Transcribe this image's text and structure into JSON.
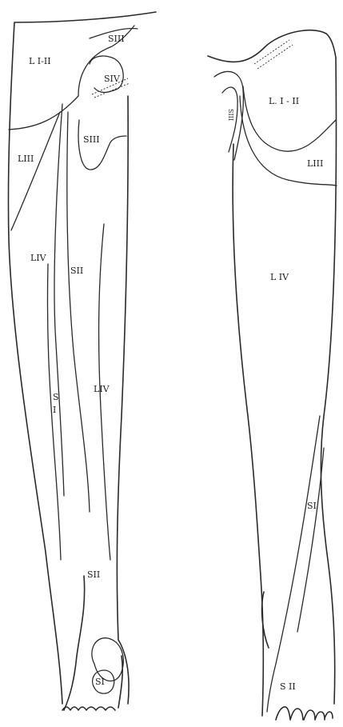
{
  "front_view": {
    "labels": {
      "l1_2": "L I-II",
      "s3_top": "SIII",
      "s4": "SIV",
      "s3_mid": "SIII",
      "l3": "LIII",
      "l4_left": "LIV",
      "s2_thigh": "SII",
      "s1_shin_a": "S",
      "s1_shin_b": "I",
      "l4_shin": "LIV",
      "s2_shin": "SII",
      "s1_foot": "SI"
    }
  },
  "back_view": {
    "labels": {
      "l1_2": "L. I - II",
      "s3_vert": "SIII",
      "l3": "LIII",
      "l4": "L IV",
      "s1": "SI",
      "s2_foot": "S II"
    }
  }
}
